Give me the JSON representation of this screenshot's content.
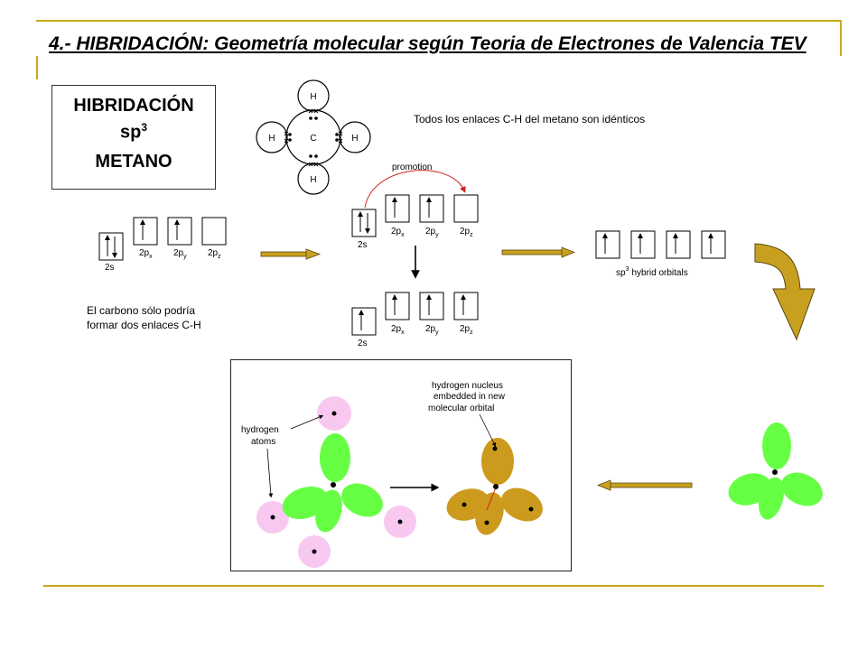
{
  "title": "4.- HIBRIDACIÓN: Geometría molecular según Teoria  de Electrones de Valencia TEV",
  "sidebox": {
    "line1": "HIBRIDACIÓN",
    "line2_base": "sp",
    "line2_sup": "3",
    "line3": "METANO"
  },
  "note_identical": "Todos los enlaces C-H del metano son idénticos",
  "note_carbon_line1": "El carbono sólo podría",
  "note_carbon_line2": "formar dos enlaces C-H",
  "lewis": {
    "center": "C",
    "h": "H"
  },
  "orbitals": {
    "s": "2s",
    "px": "2p",
    "px_sub": "x",
    "py_sub": "y",
    "pz_sub": "z",
    "promotion": "promotion",
    "hybrid_sp": "sp",
    "hybrid_sup": "3",
    "hybrid_rest": "hybrid orbitals"
  },
  "figure": {
    "hydrogen_line1": "hydrogen",
    "hydrogen_line2": "atoms",
    "nucleus_line1": "hydrogen nucleus",
    "nucleus_line2": "embedded in new",
    "nucleus_line3": "molecular orbital"
  },
  "colors": {
    "accent_rule": "#c8a818",
    "arrow_fill": "#c8a020",
    "hybrid_lobe": "#66ff44",
    "molecular_lobe": "#cc9a1c",
    "hydrogen_atom": "#f8c8f0"
  }
}
